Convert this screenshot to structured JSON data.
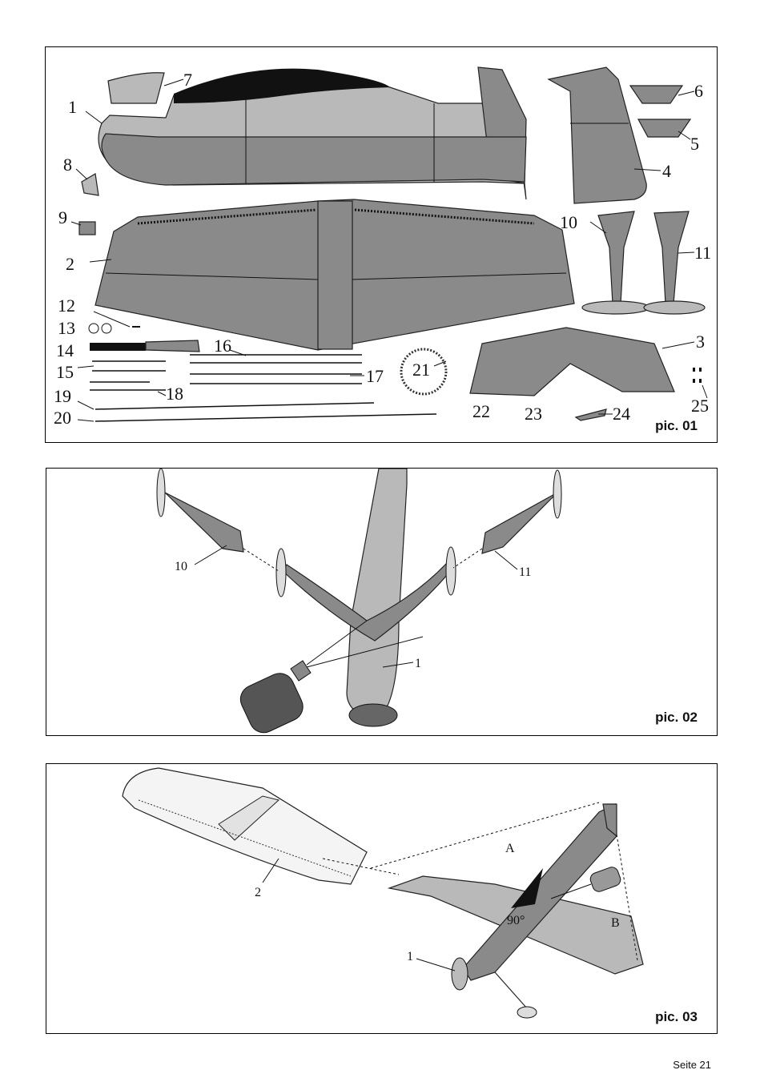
{
  "panels": [
    {
      "caption": "pic. 01",
      "callouts": [
        "1",
        "2",
        "3",
        "4",
        "5",
        "6",
        "7",
        "8",
        "9",
        "10",
        "11",
        "12",
        "13",
        "14",
        "15",
        "16",
        "17",
        "18",
        "19",
        "20",
        "21",
        "22",
        "23",
        "24",
        "25"
      ]
    },
    {
      "caption": "pic. 02",
      "callouts": [
        "10",
        "11",
        "1"
      ]
    },
    {
      "caption": "pic. 03",
      "callouts": [
        "2",
        "1",
        "A",
        "B",
        "90°"
      ]
    }
  ],
  "footer": {
    "page_label": "Seite 21"
  }
}
